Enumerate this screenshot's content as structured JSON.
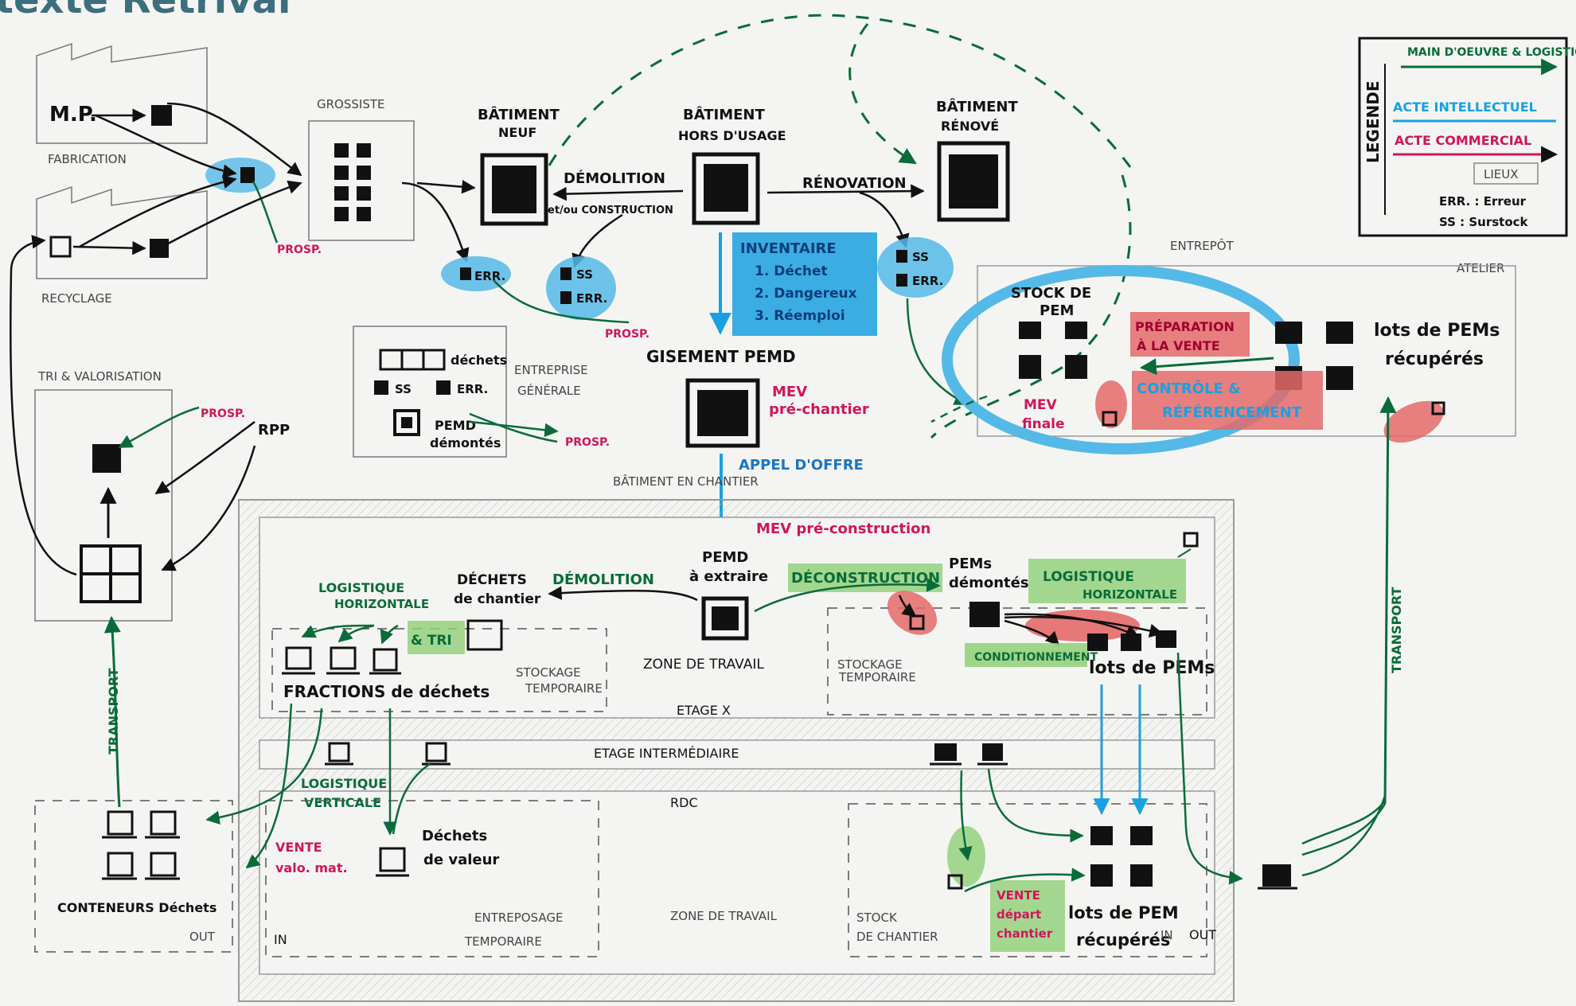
{
  "title": "texte Retrival",
  "colors": {
    "ink": "#111111",
    "green": "#0a6b3a",
    "blue": "#1aa0e0",
    "pink": "#d0155a",
    "blue_highlight": "#55b9e8",
    "red_highlight": "#e46a6a",
    "green_highlight": "#8fcf75",
    "title": "#3c6e7e"
  },
  "legend": {
    "heading": "LEGENDE",
    "items": [
      "MAIN D'OEUVRE & LOGISTIQUE",
      "ACTE INTELLECTUEL",
      "ACTE COMMERCIAL",
      "LIEUX",
      "ERR. : Erreur",
      "SS : Surstock"
    ]
  },
  "top": {
    "mp": "M.P.",
    "fabrication": "FABRICATION",
    "recyclage": "RECYCLAGE",
    "grossiste": "GROSSISTE",
    "prosp": "PROSP.",
    "err": "ERR.",
    "ss": "SS",
    "batiment_neuf": [
      "BÂTIMENT",
      "NEUF"
    ],
    "batiment_hors_usage": [
      "BÂTIMENT",
      "HORS D'USAGE"
    ],
    "batiment_renove": [
      "BÂTIMENT",
      "RÉNOVÉ"
    ],
    "demolition": "DÉMOLITION",
    "construction": "et/ou CONSTRUCTION",
    "renovation": "RÉNOVATION",
    "inventaire": [
      "INVENTAIRE",
      "1. Déchet",
      "2. Dangereux",
      "3. Réemploi"
    ],
    "gisement": "GISEMENT PEMD",
    "mev_pre": [
      "MEV",
      "pré-chantier"
    ],
    "appel": "APPEL D'OFFRE",
    "batiment_en_chantier": "BÂTIMENT EN CHANTIER",
    "tri_valorisation": "TRI & VALORISATION",
    "rpp": "RPP",
    "entreprise_generale": [
      "ENTREPRISE",
      "GÉNÉRALE"
    ],
    "dechets": "déchets",
    "pemd_demontes": [
      "PEMD",
      "démontés"
    ]
  },
  "entrepot": {
    "label": "ENTREPÔT",
    "atelier": "ATELIER",
    "stock": [
      "STOCK DE",
      "PEM"
    ],
    "preparation": [
      "PRÉPARATION",
      "À LA VENTE"
    ],
    "controle": [
      "CONTRÔLE &",
      "RÉFÉRENCEMENT"
    ],
    "mev_finale": [
      "MEV",
      "finale"
    ],
    "lots": [
      "lots de PEMs",
      "récupérés"
    ]
  },
  "chantier": {
    "mev_pre_construction": "MEV pré-construction",
    "logistique_h": [
      "LOGISTIQUE",
      "HORIZONTALE"
    ],
    "dechets_chantier": [
      "DÉCHETS",
      "de chantier"
    ],
    "demolition": "DÉMOLITION",
    "pemd_extraire": [
      "PEMD",
      "à extraire"
    ],
    "deconstruction": "DÉCONSTRUCTION",
    "pem_demontes": [
      "PEMs",
      "démontés"
    ],
    "logistique_h2": [
      "LOGISTIQUE",
      "HORIZONTALE"
    ],
    "tri": "& TRI",
    "stockage_temp": [
      "STOCKAGE",
      "TEMPORAIRE"
    ],
    "zone_travail": "ZONE DE TRAVAIL",
    "conditionnement": "CONDITIONNEMENT",
    "lots_pems": "lots de PEMs",
    "fractions": "FRACTIONS de déchets",
    "etage_x": "ETAGE X",
    "etage_inter": "ETAGE INTERMÉDIAIRE",
    "rdc": "RDC",
    "logistique_v": [
      "LOGISTIQUE",
      "VERTICALE"
    ],
    "vente_valo": [
      "VENTE",
      "valo. mat."
    ],
    "dechets_valeur": [
      "Déchets",
      "de valeur"
    ],
    "entreposage": [
      "ENTREPOSAGE",
      "TEMPORAIRE"
    ],
    "zone_travail2": "ZONE DE TRAVAIL",
    "stock_chantier": [
      "STOCK",
      "DE CHANTIER"
    ],
    "vente_depart": [
      "VENTE",
      "départ",
      "chantier"
    ],
    "lots_recup": [
      "lots de PEM",
      "récupérés"
    ],
    "in": "IN",
    "out": "OUT",
    "in2": "IN",
    "out2": "OUT"
  },
  "left": {
    "transport": "TRANSPORT",
    "conteneurs": "CONTENEURS Déchets",
    "out": "OUT"
  },
  "right": {
    "transport": "TRANSPORT"
  }
}
